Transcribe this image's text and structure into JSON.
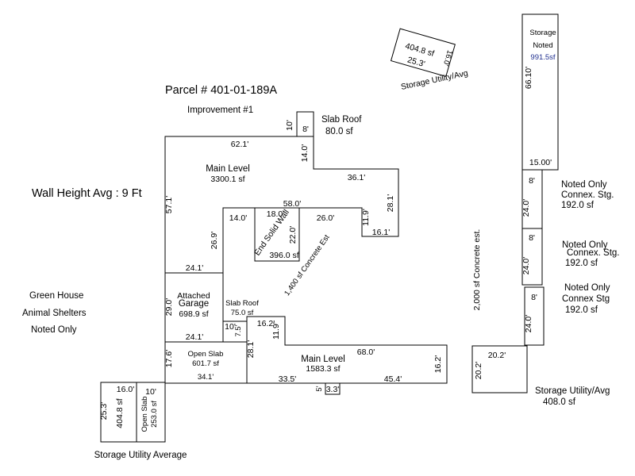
{
  "parcel": "Parcel # 401-01-189A",
  "improvement": "Improvement #1",
  "wall_height": "Wall Height Avg : 9 Ft",
  "green_house": [
    "Green House",
    "Animal Shelters",
    "Noted Only"
  ],
  "slab_roof_top": {
    "label": "Slab Roof",
    "area": "80.0 sf",
    "d1": "10'",
    "d2": "8'"
  },
  "main_level_upper": {
    "label": "Main Level",
    "area": "3300.1 sf"
  },
  "upper_dims": {
    "d62_1": "62.1'",
    "d14_0a": "14.0'",
    "d36_1": "36.1'",
    "d28_1a": "28.1'",
    "d57_1": "57.1'",
    "d58_0": "58.0'",
    "d14_0b": "14.0'",
    "d26_0": "26.0'",
    "d11_9a": "11.9'",
    "d16_1": "16.1'",
    "d26_9": "26.9'",
    "d24_1a": "24.1'"
  },
  "end_solid_wall": {
    "label": "End Solid Wall",
    "d18": "18.0'",
    "d22": "22.0'",
    "area": "396.0 sf"
  },
  "concrete_1400": "1,400 sf Concrete Est",
  "garage": {
    "label1": "Attached",
    "label2": "Garage",
    "area": "698.9 sf",
    "d29": "29.0'",
    "d24": "24.1'"
  },
  "slab_roof_mid": {
    "label": "Slab Roof",
    "area": "75.0 sf",
    "d10": "10'",
    "d7": "7.5'"
  },
  "open_slab_mid": {
    "label": "Open Slab",
    "area": "601.7 sf",
    "d17": "17.6'",
    "d34": "34.1'"
  },
  "lower_dims": {
    "d16_2a": "16.2'",
    "d11_9b": "11.9'",
    "d28_1b": "28.1'",
    "d68_0": "68.0'",
    "d16_2b": "16.2'",
    "d33_5": "33.5'",
    "d45_4": "45.4'",
    "d5": "5'",
    "d3": "3.3'"
  },
  "main_level_lower": {
    "label": "Main Level",
    "area": "1583.3 sf"
  },
  "storage_bottom_left": {
    "d16": "16.0'",
    "d10": "10'",
    "d25": "25.3'",
    "area": "404.8 sf",
    "slab_label": "Open Slab",
    "slab_area": "253.0 sf",
    "caption": "Storage Utility Average"
  },
  "storage_top": {
    "area": "404.8 sf",
    "d25": "25.3'",
    "d16": "16.0'",
    "caption": "Storage Utility/Avg"
  },
  "concrete_2000": "2,000 sf Concrete est.",
  "storage_noted": {
    "label1": "Storage",
    "label2": "Noted",
    "area": "991.5sf",
    "d66": "66.10'",
    "d15": "15.00'"
  },
  "connex1": {
    "d8": "8'",
    "d24": "24.0'",
    "l1": "Noted Only",
    "l2": "Connex. Stg.",
    "area": "192.0 sf"
  },
  "connex2": {
    "d8": "8'",
    "d24": "24.0'",
    "l1": "Noted Only",
    "l2": "Connex. Stg.",
    "area": "192.0 sf"
  },
  "connex3": {
    "d8": "8'",
    "d24": "24.0'",
    "l1": "Noted Only",
    "l2": "Connex Stg",
    "area": "192.0 sf"
  },
  "storage_right": {
    "d20a": "20.2'",
    "d20b": "20.2'",
    "caption": "Storage Utility/Avg",
    "area": "408.0 sf"
  },
  "colors": {
    "line": "#000000",
    "accent_text": "#1f2f8f"
  }
}
